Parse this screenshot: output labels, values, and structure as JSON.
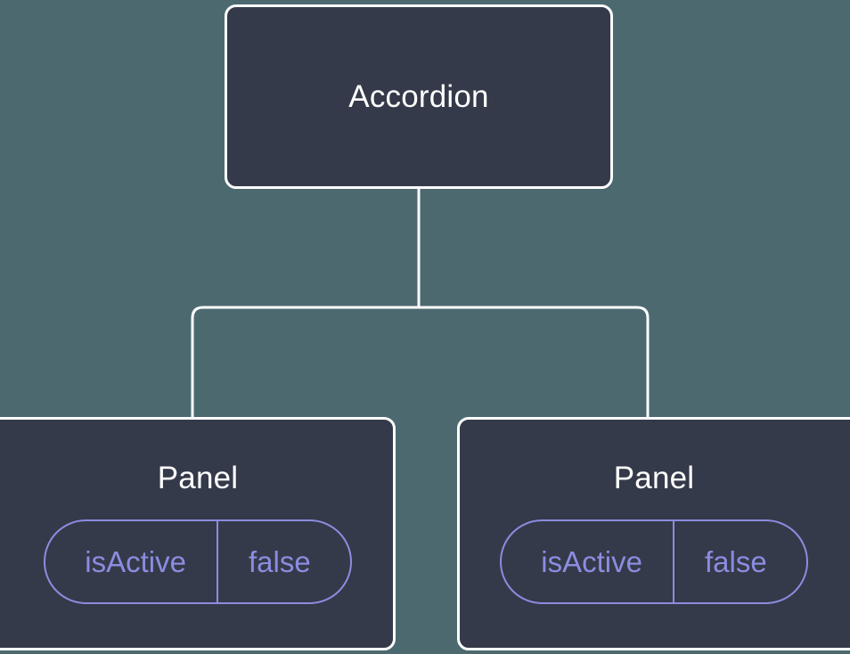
{
  "diagram": {
    "type": "component-tree",
    "background_color": "#4d6970",
    "node_fill_color": "#343a49",
    "node_border_color": "#ffffff",
    "edge_color": "#ffffff",
    "prop_accent_color": "#8c8ce0",
    "root": {
      "title": "Accordion"
    },
    "children": [
      {
        "title": "Panel",
        "props": [
          {
            "key": "isActive",
            "value": "false"
          }
        ]
      },
      {
        "title": "Panel",
        "props": [
          {
            "key": "isActive",
            "value": "false"
          }
        ]
      }
    ]
  }
}
